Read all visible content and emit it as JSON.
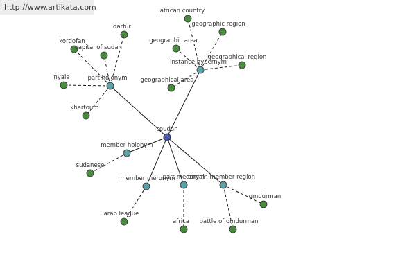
{
  "source_link": "http://www.artikata.com",
  "colors": {
    "center_node": "#4a5aa8",
    "relation_node": "#5aa2a8",
    "leaf_node": "#4a8c3e",
    "edge": "#1a1a1a"
  },
  "graph": {
    "center": {
      "id": "soudan",
      "label": "soudan"
    },
    "relations": [
      {
        "id": "part-holonym",
        "label": "part holonym",
        "leaves": [
          {
            "id": "darfur",
            "label": "darfur"
          },
          {
            "id": "kordofan",
            "label": "kordofan"
          },
          {
            "id": "capital-of-sudan",
            "label": "capital of sudan"
          },
          {
            "id": "nyala",
            "label": "nyala"
          },
          {
            "id": "khartoum",
            "label": "khartoum"
          }
        ]
      },
      {
        "id": "instance-hypernym",
        "label": "instance hypernym",
        "leaves": [
          {
            "id": "african-country",
            "label": "african country"
          },
          {
            "id": "geographic-region",
            "label": "geographic region"
          },
          {
            "id": "geographic-area",
            "label": "geographic area"
          },
          {
            "id": "geographical-region",
            "label": "geographical region"
          },
          {
            "id": "geographical-area",
            "label": "geographical area"
          }
        ]
      },
      {
        "id": "member-holonym",
        "label": "member holonym",
        "leaves": [
          {
            "id": "sudanese",
            "label": "sudanese"
          }
        ]
      },
      {
        "id": "member-meronym",
        "label": "member meronym",
        "leaves": [
          {
            "id": "arab-league",
            "label": "arab league"
          }
        ]
      },
      {
        "id": "part-meronym",
        "label": "part meronym",
        "leaves": [
          {
            "id": "africa",
            "label": "africa"
          }
        ]
      },
      {
        "id": "domain-member-region",
        "label": "domain member region",
        "leaves": [
          {
            "id": "omdurman",
            "label": "omdurman"
          },
          {
            "id": "battle-of-omdurman",
            "label": "battle of omdurman"
          }
        ]
      }
    ]
  }
}
